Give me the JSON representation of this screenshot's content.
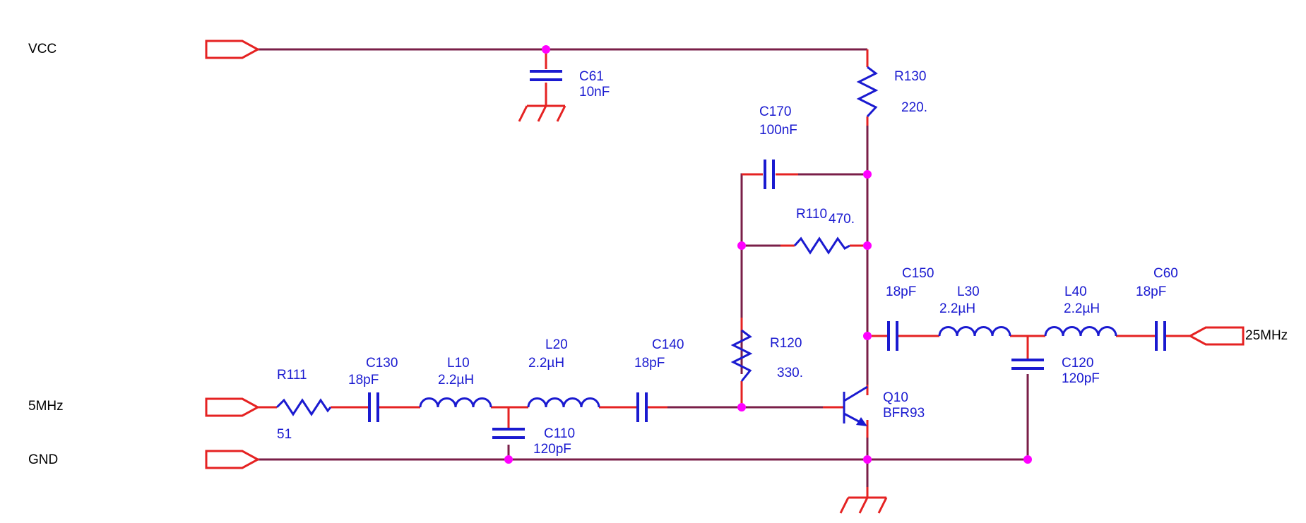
{
  "ports": {
    "vcc": "VCC",
    "in_5mhz": "5MHz",
    "gnd": "GND",
    "out_25mhz": "25MHz"
  },
  "components": {
    "C61": {
      "ref": "C61",
      "value": "10nF"
    },
    "R130": {
      "ref": "R130",
      "value": "220."
    },
    "C170": {
      "ref": "C170",
      "value": "100nF"
    },
    "R110": {
      "ref": "R110",
      "value": "470."
    },
    "R120": {
      "ref": "R120",
      "value": "330."
    },
    "C150": {
      "ref": "C150",
      "value": "18pF"
    },
    "L30": {
      "ref": "L30",
      "value": "2.2µH"
    },
    "L40": {
      "ref": "L40",
      "value": "2.2µH"
    },
    "C60": {
      "ref": "C60",
      "value": "18pF"
    },
    "C120": {
      "ref": "C120",
      "value": "120pF"
    },
    "R111": {
      "ref": "R111",
      "value": "51"
    },
    "C130": {
      "ref": "C130",
      "value": "18pF"
    },
    "L10": {
      "ref": "L10",
      "value": "2.2µH"
    },
    "L20": {
      "ref": "L20",
      "value": "2.2µH"
    },
    "C140": {
      "ref": "C140",
      "value": "18pF"
    },
    "C110": {
      "ref": "C110",
      "value": "120pF"
    },
    "Q10": {
      "ref": "Q10",
      "value": "BFR93"
    }
  },
  "colors": {
    "wire": "#7a1f48",
    "lead": "#e52222",
    "symbol": "#1a1ad0",
    "junction": "#ff00ff"
  }
}
